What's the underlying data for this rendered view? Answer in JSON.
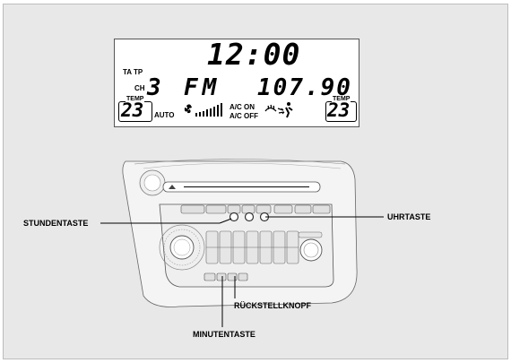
{
  "display": {
    "clock": "12:00",
    "ta_tp": "TA TP",
    "ch": "CH",
    "channel": "3",
    "band": "FM",
    "frequency": "107.90",
    "temp_label_left": "TEMP",
    "temp_left": "23",
    "auto": "AUTO",
    "ac_on": "A/C ON",
    "ac_off": "A/C OFF",
    "temp_label_right": "TEMP",
    "temp_right": "23"
  },
  "callouts": {
    "hour_button": "STUNDENTASTE",
    "clock_button": "UHRTASTE",
    "reset_knob": "RÜCKSTELLKNOPF",
    "minute_button": "MINUTENTASTE"
  },
  "colors": {
    "background": "#e8e8e8",
    "lcd": "#ffffff",
    "line": "#000000"
  }
}
